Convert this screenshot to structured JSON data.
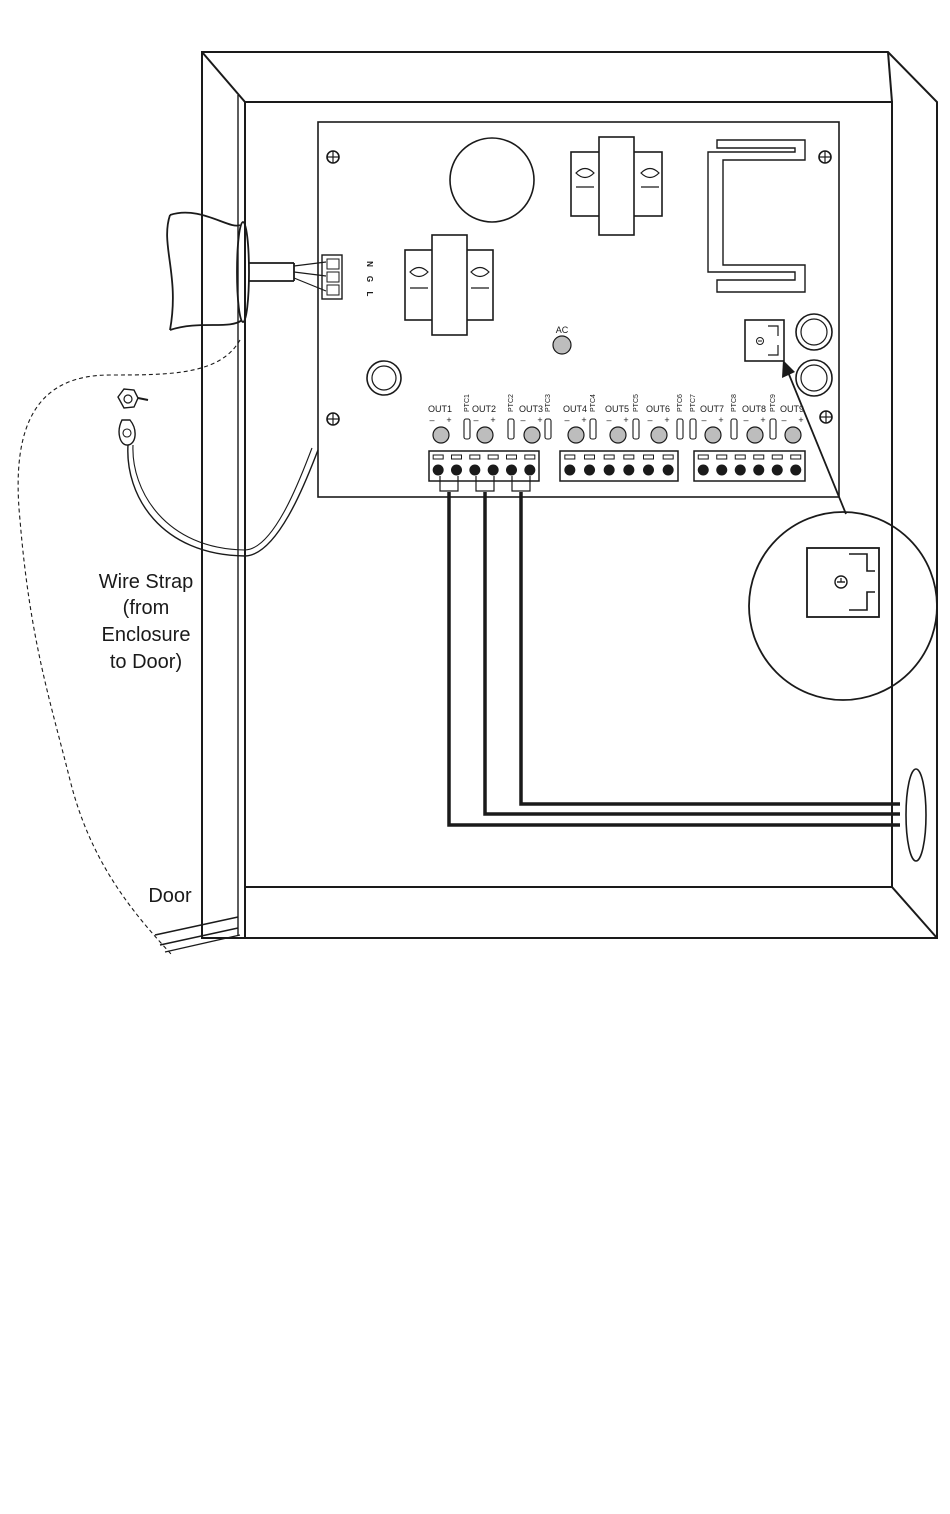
{
  "labels": {
    "wire_strap": [
      "Wire Strap",
      "(from",
      "Enclosure",
      "to Door)"
    ],
    "door": "Door",
    "ac": "AC",
    "connector_pins": [
      "N",
      "G",
      "L"
    ],
    "outputs": [
      "OUT1",
      "OUT2",
      "OUT3",
      "OUT4",
      "OUT5",
      "OUT6",
      "OUT7",
      "OUT8",
      "OUT9"
    ],
    "ptcs": [
      "PTC1",
      "PTC2",
      "PTC3",
      "PTC4",
      "PTC5",
      "PTC6",
      "PTC7",
      "PTC8",
      "PTC9"
    ],
    "polarity_minus": "–",
    "polarity_plus": "+"
  },
  "colors": {
    "line": "#1a1a1a",
    "led_fill": "#bdbdbd",
    "paper": "#ffffff"
  },
  "icons": [
    "screw-icon",
    "tamper-switch-icon",
    "ground-stud-icon"
  ]
}
